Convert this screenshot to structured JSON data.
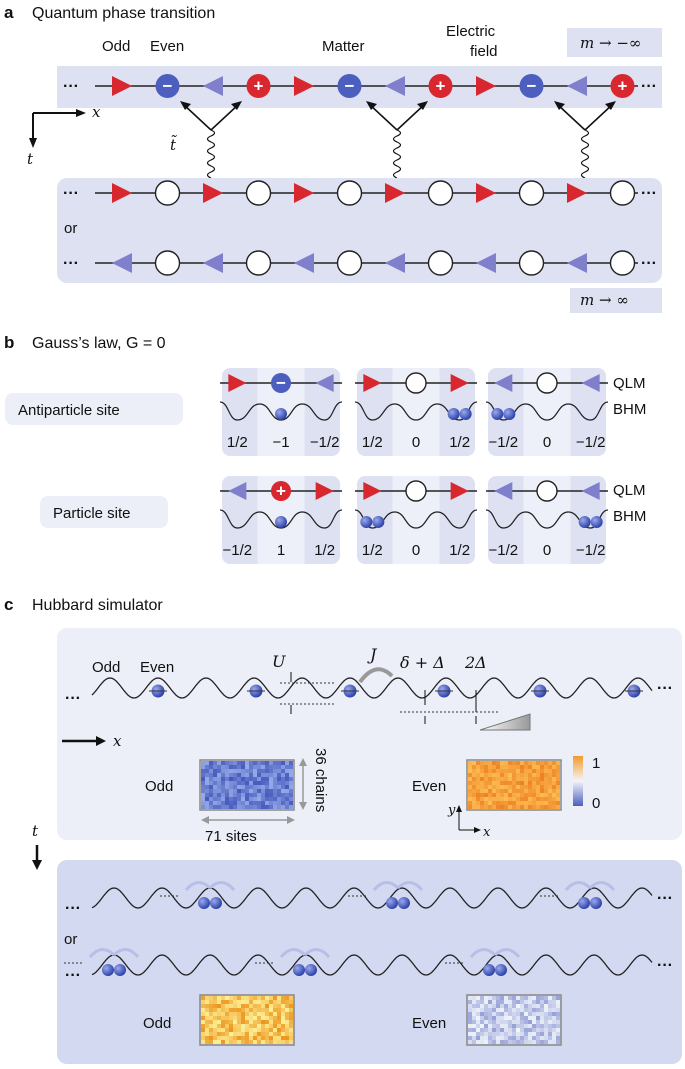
{
  "panel_a": {
    "letter": "a",
    "title": "Quantum phase transition",
    "labels": {
      "odd": "Odd",
      "even": "Even",
      "matter": "Matter",
      "electric_1": "Electric",
      "electric_2": "field"
    },
    "mass_neg": "m → −∞",
    "mass_pos": "m → ∞",
    "axis_x": "x",
    "axis_t": "t",
    "coupling": "t̃",
    "or": "or",
    "dots": "···",
    "plus": "+",
    "minus": "−"
  },
  "panel_b": {
    "letter": "b",
    "title": "Gauss’s law, G = 0",
    "row1_label": "Antiparticle site",
    "row2_label": "Particle site",
    "qlm": "QLM",
    "bhm": "BHM",
    "row1": [
      {
        "l": "1/2",
        "c": "−1",
        "r": "−1/2"
      },
      {
        "l": "1/2",
        "c": "0",
        "r": "1/2"
      },
      {
        "l": "−1/2",
        "c": "0",
        "r": "−1/2"
      }
    ],
    "row2": [
      {
        "l": "−1/2",
        "c": "1",
        "r": "1/2"
      },
      {
        "l": "1/2",
        "c": "0",
        "r": "1/2"
      },
      {
        "l": "−1/2",
        "c": "0",
        "r": "−1/2"
      }
    ]
  },
  "panel_c": {
    "letter": "c",
    "title": "Hubbard simulator",
    "odd": "Odd",
    "even": "Even",
    "U": "U",
    "J": "J",
    "delta": "δ + Δ",
    "two_delta": "2Δ",
    "axis_x": "x",
    "axis_y": "y",
    "axis_t": "t",
    "chains": "36 chains",
    "sites": "71 sites",
    "cbar_max": "1",
    "cbar_min": "0",
    "or": "or",
    "dots": "···"
  },
  "colors": {
    "red": "#d8272e",
    "blue": "#4c5fbf",
    "violet": "#7f7fcc",
    "panel": "#dde1f2",
    "panel_dark": "#cfd5ee",
    "orange": "#f39a2b"
  }
}
